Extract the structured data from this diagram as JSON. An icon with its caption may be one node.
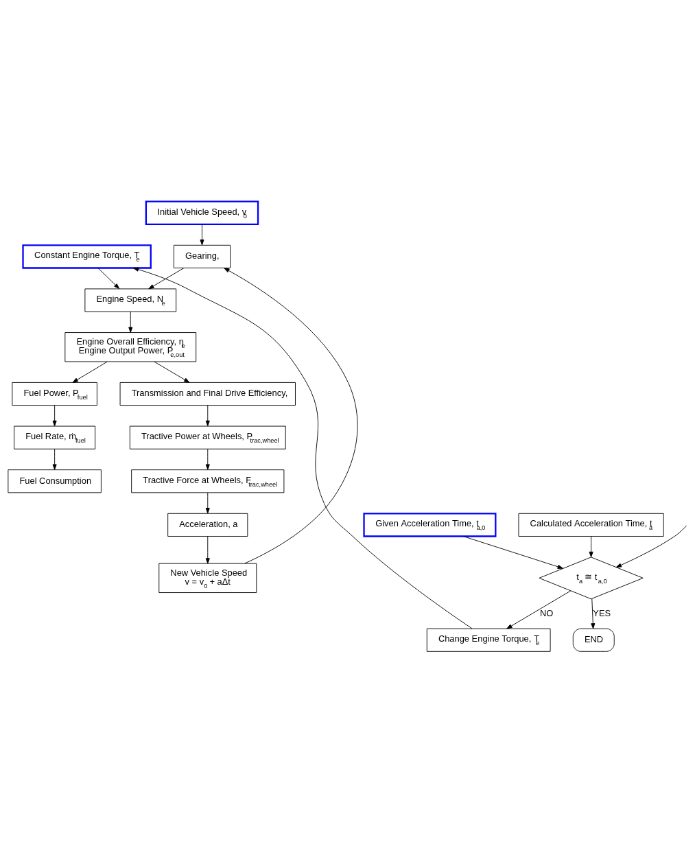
{
  "diagram": {
    "nodes": [
      {
        "text": [
          "Constant Engine Torque, T$_{e}$"
        ]
      },
      {
        "text": [
          "Gearing,"
        ]
      },
      {
        "text": [
          "Initial Vehicle Speed, v$_{0}$"
        ]
      },
      {
        "text": [
          "Engine Speed, N$_{e}$"
        ]
      },
      {
        "text": [
          "Engine Overall Efficiency, η$_{e}$",
          "Engine Output Power, P$_{e,out}$"
        ]
      },
      {
        "text": [
          "Fuel Power, P$_{fuel}$"
        ]
      },
      {
        "text": [
          "Transmission and Final Drive Efficiency,"
        ]
      },
      {
        "text": [
          "Fuel Rate, ṁ$_{fuel}$"
        ]
      },
      {
        "text": [
          "New Vehicle Speed",
          "v = v$_{0}$ + aΔt"
        ]
      },
      {
        "text": [
          "Tractive Power at Wheels, P$_{trac,wheel}$"
        ]
      },
      {
        "text": [
          "Fuel Consumption"
        ]
      },
      {
        "text": [
          "Tractive Force at Wheels, F$_{trac,wheel}$"
        ]
      },
      {
        "text": [
          "Acceleration, a"
        ]
      },
      {
        "text": [
          "Given Acceleration Time, t$_{a,0}$"
        ]
      },
      {
        "text": [
          "Calculated Acceleration Time, t$_{a}$"
        ]
      },
      {
        "text": [
          "t$_{a}$ ≅ t$_{a,0}$"
        ]
      },
      {
        "text": [
          "END"
        ]
      },
      {
        "text": [
          "Change Engine Torque, T$_{e}$"
        ]
      }
    ],
    "edges": [
      {
        "from": 0,
        "to": 3,
        "arrow": "to"
      },
      {
        "from": 1,
        "to": 3,
        "arrow": "to"
      },
      {
        "from": 2,
        "to": 1,
        "arrow": "to"
      },
      {
        "from": 3,
        "to": 4,
        "arrow": "to"
      },
      {
        "from": 4,
        "to": 5,
        "arrow": "to"
      },
      {
        "from": 4,
        "to": 6,
        "arrow": "to"
      },
      {
        "from": 5,
        "to": 7,
        "arrow": "to"
      },
      {
        "from": 7,
        "to": 10,
        "arrow": "to"
      },
      {
        "from": 6,
        "to": 9,
        "arrow": "to"
      },
      {
        "from": 9,
        "to": 11,
        "arrow": "to"
      },
      {
        "from": 11,
        "to": 12,
        "arrow": "to"
      },
      {
        "from": 12,
        "to": 8,
        "arrow": "to"
      },
      {
        "from": 8,
        "to": 1,
        "arrow": "to"
      },
      {
        "from": null,
        "to": 15,
        "arrow": "to"
      },
      {
        "from": 13,
        "to": 15,
        "arrow": "to"
      },
      {
        "from": 14,
        "to": 15,
        "arrow": "to"
      },
      {
        "from": 15,
        "to": 16,
        "arrow": "to",
        "label": "YES"
      },
      {
        "from": 15,
        "to": 17,
        "arrow": "to",
        "label": "NO"
      },
      {
        "from": 17,
        "to": 0,
        "arrow": "to"
      }
    ]
  }
}
